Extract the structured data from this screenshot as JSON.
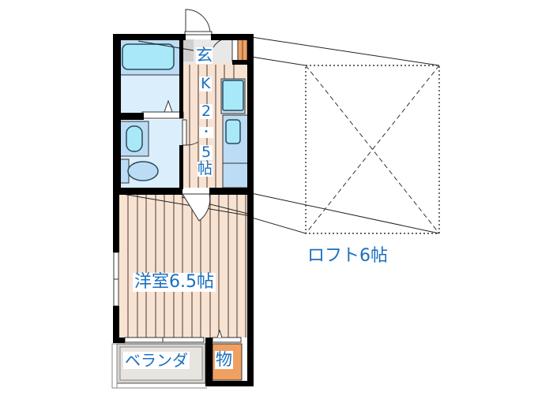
{
  "floorplan": {
    "rooms": {
      "entrance": {
        "label": "玄"
      },
      "kitchen": {
        "label_chars": [
          "K",
          "2",
          "・",
          "5",
          "帖"
        ],
        "label": "K 2.5帖"
      },
      "western_room": {
        "label": "洋室6.5帖"
      },
      "veranda": {
        "label": "ベランダ"
      },
      "storage": {
        "label": "物"
      },
      "loft": {
        "label": "ロフト6帖"
      }
    },
    "colors": {
      "wall": "#000000",
      "floor_wood": "#f8e3d3",
      "floor_line": "#4a3a30",
      "wet_area": "#dbeefb",
      "fixture_blue": "#bcdcf5",
      "fixture_cyan": "#a8e8f8",
      "storage_orange": "#f0a060",
      "veranda_gray": "#d8d4d0",
      "label_blue": "#1a6fc0"
    }
  }
}
